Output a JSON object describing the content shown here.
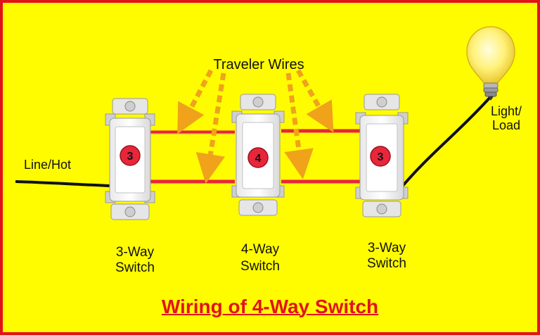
{
  "labels": {
    "traveler_wires": "Traveler Wires",
    "line_hot": "Line/Hot",
    "light_load": [
      "Light/",
      "Load"
    ],
    "switch_left": [
      "3-Way",
      "Switch"
    ],
    "switch_middle": [
      "4-Way",
      "Switch"
    ],
    "switch_right": [
      "3-Way",
      "Switch"
    ]
  },
  "switches": {
    "left_number": "3",
    "middle_number": "4",
    "right_number": "3"
  },
  "title": "Wiring of 4-Way Switch",
  "colors": {
    "background": "#fffc00",
    "border": "#e1141b",
    "traveler_wire": "#e8263a",
    "hot_wire": "#111111",
    "arrow": "#f0a31a",
    "badge": "#e8263a",
    "title": "#e1141b"
  },
  "icons": {
    "bulb": "light-bulb-icon"
  }
}
